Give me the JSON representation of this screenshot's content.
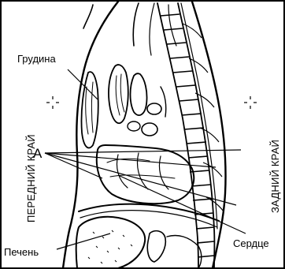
{
  "labels": {
    "sternum": "Грудина",
    "a": "А",
    "heart": "Сердце",
    "liver": "Печень",
    "anterior_edge": "ПЕРЕДНИЙ КРАЙ",
    "posterior_edge": "ЗАДНИЙ КРАЙ"
  },
  "colors": {
    "ink": "#000000",
    "paper": "#ffffff"
  }
}
